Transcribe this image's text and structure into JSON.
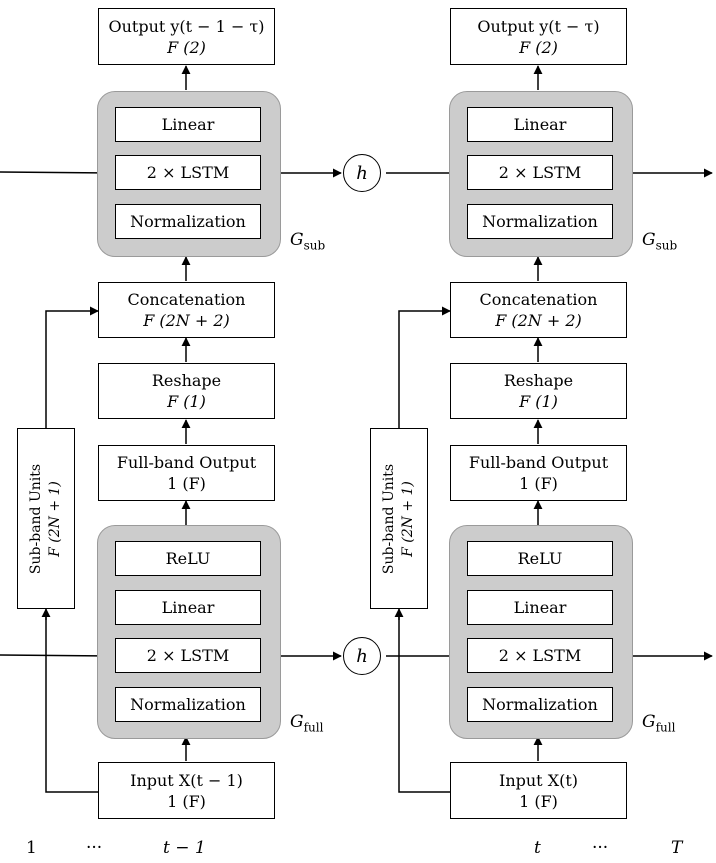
{
  "left": {
    "output": {
      "line1": "Output y(t − 1 − τ)",
      "line2": "F (2)"
    },
    "sub_block": {
      "linear": "Linear",
      "lstm": "2 × LSTM",
      "norm": "Normalization",
      "label": "G",
      "label_sub": "sub"
    },
    "concat": {
      "line1": "Concatenation",
      "line2": "F (2N + 2)"
    },
    "reshape": {
      "line1": "Reshape",
      "line2": "F (1)"
    },
    "fullband_out": {
      "line1": "Full-band Output",
      "line2": "1 (F)"
    },
    "subband_units": {
      "line1": "Sub-band Units",
      "line2": "F (2N + 1)"
    },
    "full_block": {
      "relu": "ReLU",
      "linear": "Linear",
      "lstm": "2 × LSTM",
      "norm": "Normalization",
      "label": "G",
      "label_sub": "full"
    },
    "input": {
      "line1": "Input X(t − 1)",
      "line2": "1 (F)"
    }
  },
  "right": {
    "output": {
      "line1": "Output y(t − τ)",
      "line2": "F (2)"
    },
    "sub_block": {
      "linear": "Linear",
      "lstm": "2 × LSTM",
      "norm": "Normalization",
      "label": "G",
      "label_sub": "sub"
    },
    "concat": {
      "line1": "Concatenation",
      "line2": "F (2N + 2)"
    },
    "reshape": {
      "line1": "Reshape",
      "line2": "F (1)"
    },
    "fullband_out": {
      "line1": "Full-band Output",
      "line2": "1 (F)"
    },
    "subband_units": {
      "line1": "Sub-band Units",
      "line2": "F (2N + 1)"
    },
    "full_block": {
      "relu": "ReLU",
      "linear": "Linear",
      "lstm": "2 × LSTM",
      "norm": "Normalization",
      "label": "G",
      "label_sub": "full"
    },
    "input": {
      "line1": "Input X(t)",
      "line2": "1 (F)"
    }
  },
  "hidden_state": {
    "top": "h",
    "bottom": "h"
  },
  "time_axis": {
    "t1": "1",
    "dots1": "···",
    "t_minus_1": "t − 1",
    "t": "t",
    "dots2": "···",
    "T": "T"
  }
}
